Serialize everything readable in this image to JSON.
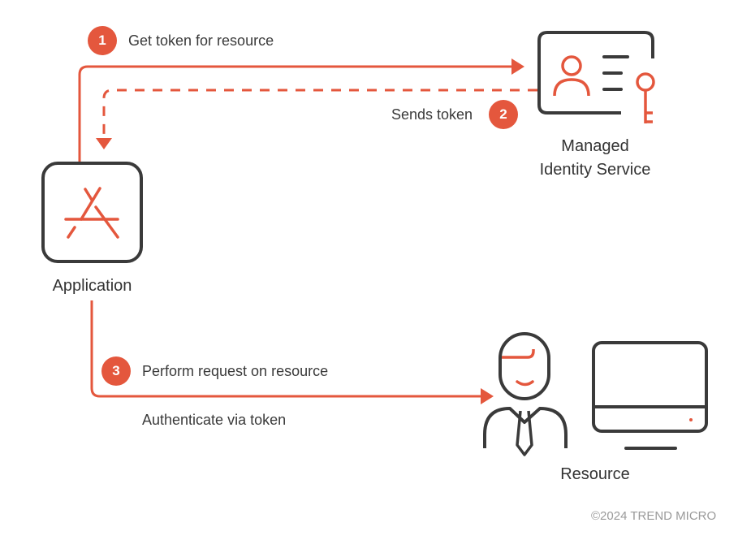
{
  "colors": {
    "accent": "#e4573d",
    "stroke": "#3a3a3a",
    "muted": "#9a9a9a"
  },
  "nodes": {
    "application": {
      "label": "Application",
      "icon": "app-store-icon"
    },
    "managed_identity": {
      "label_line1": "Managed",
      "label_line2": "Identity Service",
      "icon": "id-card-key-icon"
    },
    "resource": {
      "label": "Resource",
      "icons": [
        "person-tie-icon",
        "monitor-icon"
      ]
    }
  },
  "steps": [
    {
      "number": "1",
      "label": "Get token for resource",
      "style": "solid"
    },
    {
      "number": "2",
      "label": "Sends token",
      "style": "dashed"
    },
    {
      "number": "3",
      "label": "Perform request on resource",
      "sublabel": "Authenticate via token",
      "style": "solid"
    }
  ],
  "footer": {
    "copyright": "©2024 TREND MICRO"
  }
}
